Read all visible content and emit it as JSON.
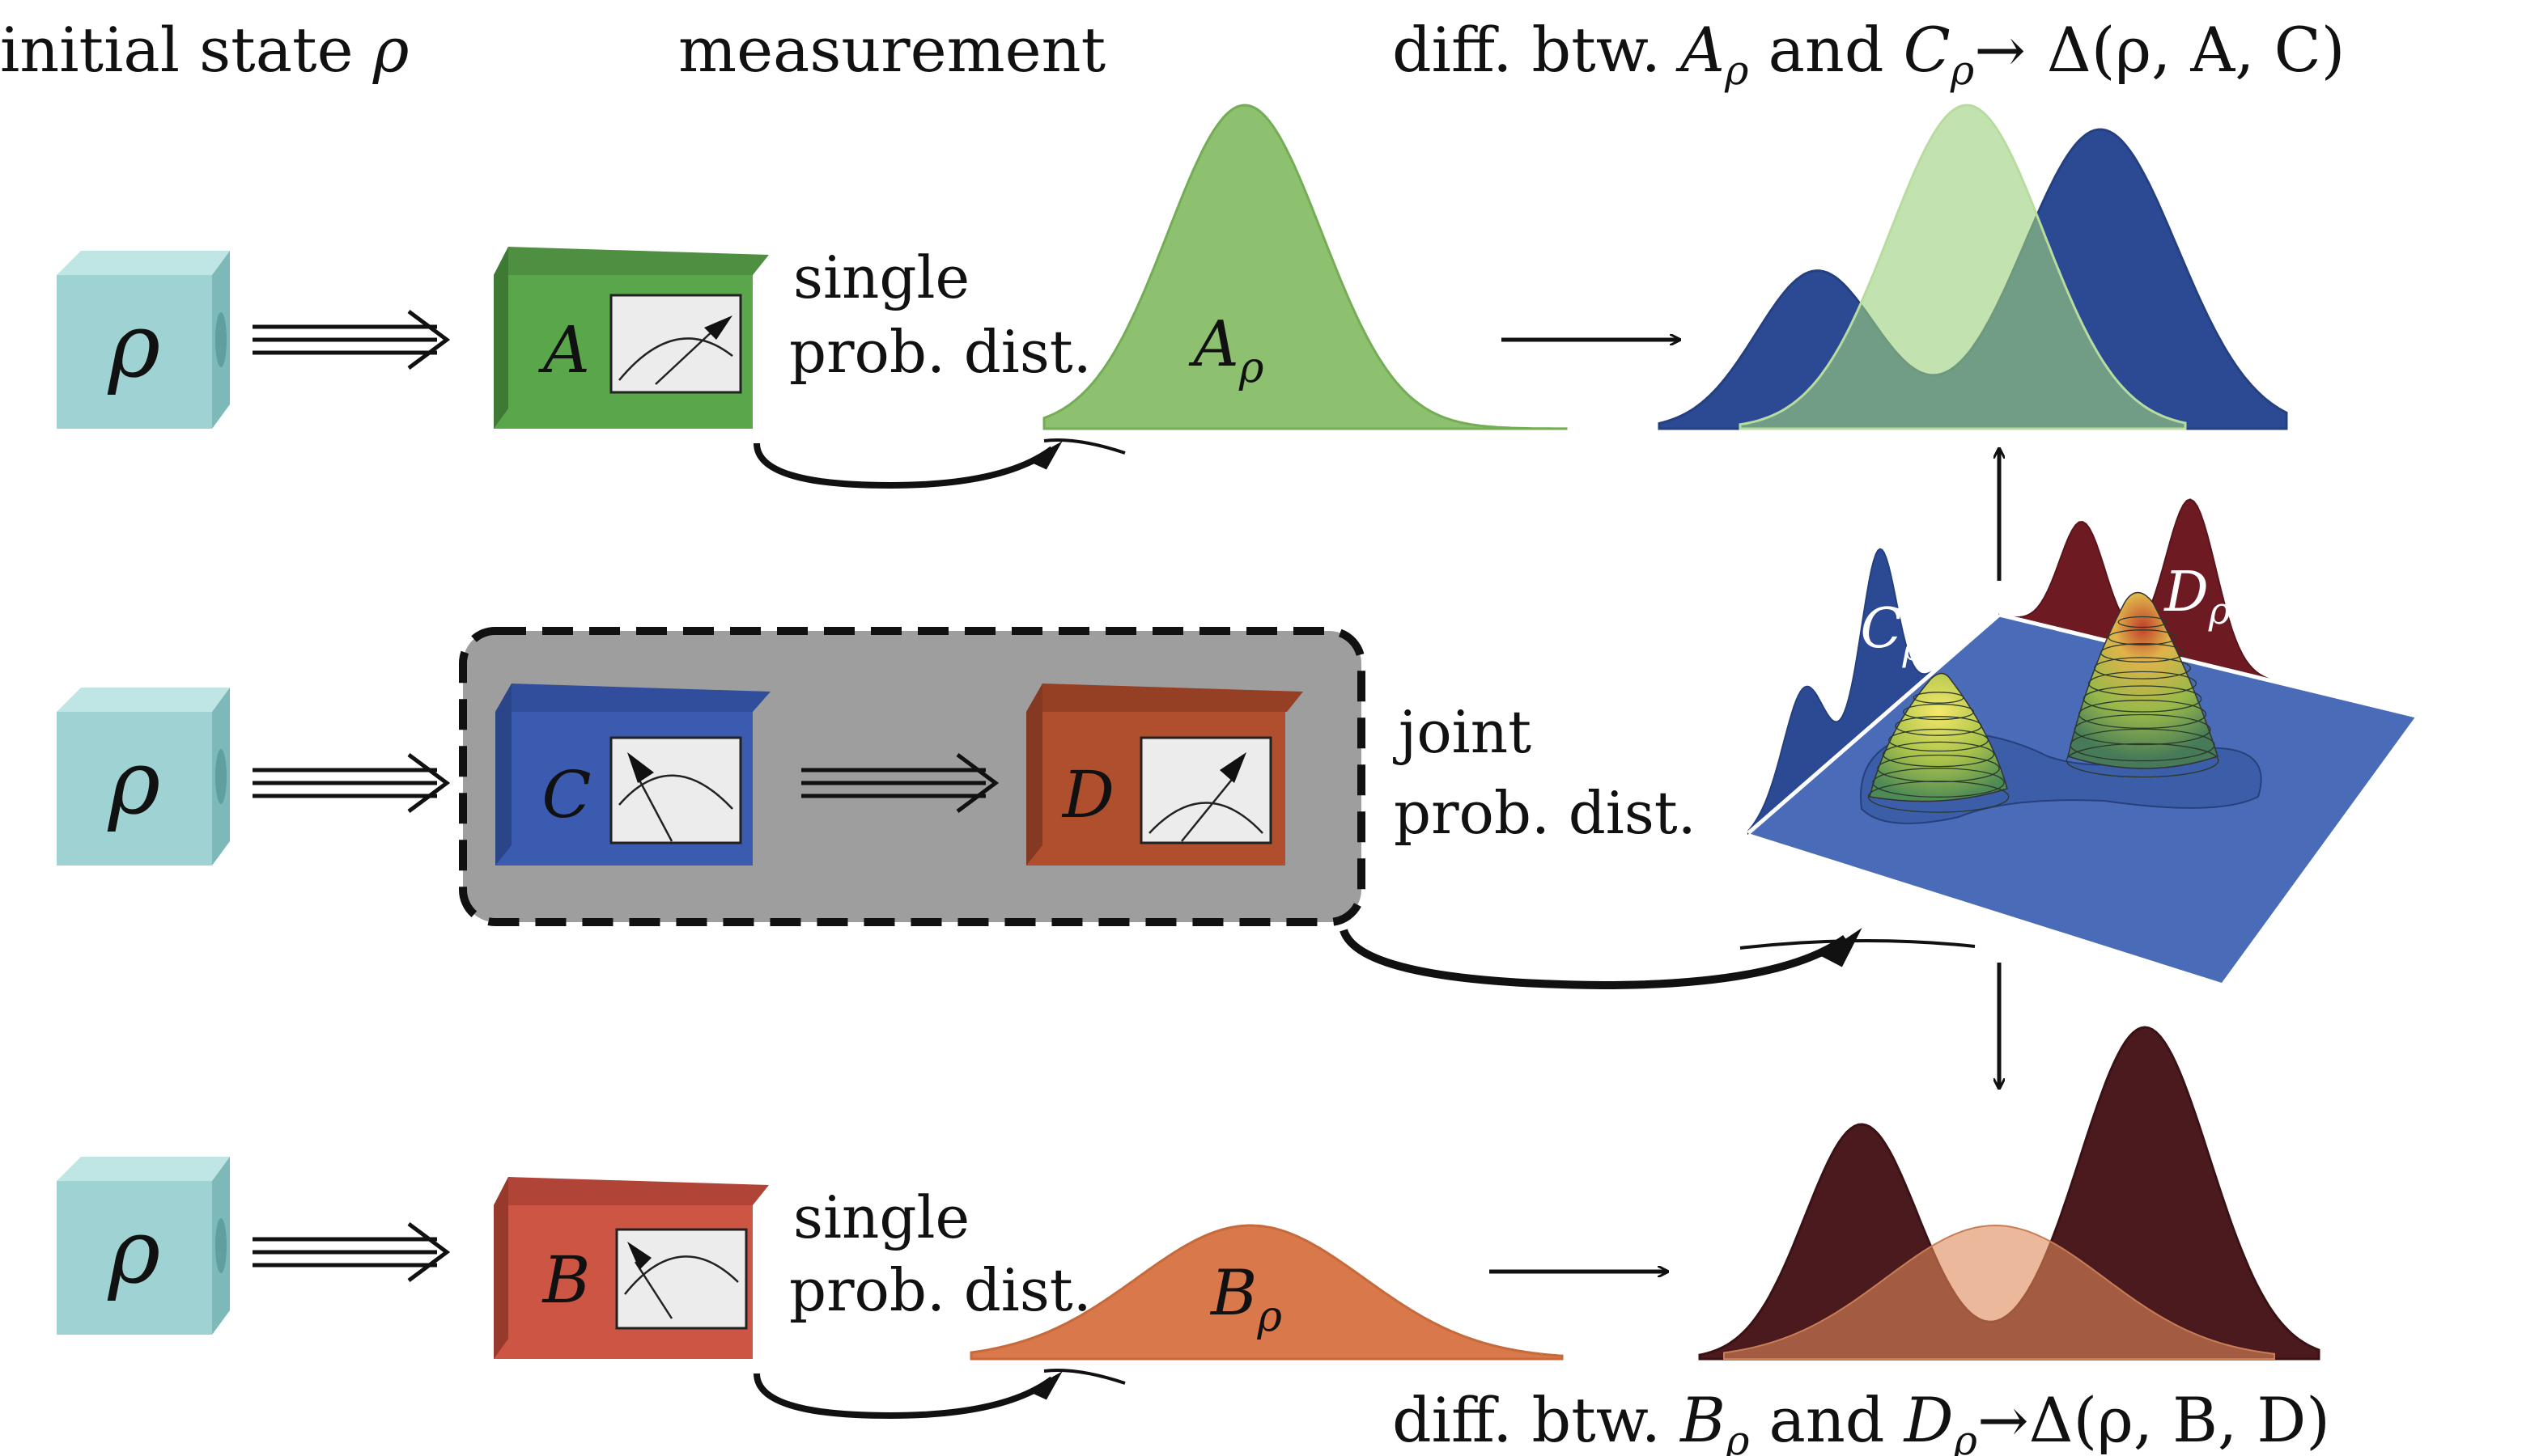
{
  "headers": {
    "initial_state_text": "initial state ",
    "rho": "ρ",
    "measurement": "measurement",
    "diff_top_prefix": "diff. btw. ",
    "diff_top_a": "A",
    "and": " and ",
    "diff_top_c": "C",
    "arrow": "→",
    "diff_top_expr": "Δ(ρ, A, C)",
    "diff_bottom_prefix": "diff. btw. ",
    "diff_bottom_b": "B",
    "diff_bottom_d": "D",
    "diff_bottom_expr": "Δ(ρ, B, D)"
  },
  "states": [
    {
      "symbol": "ρ"
    },
    {
      "symbol": "ρ"
    },
    {
      "symbol": "ρ"
    }
  ],
  "devices": {
    "a": {
      "label": "A",
      "color": "#5aa64a"
    },
    "b": {
      "label": "B",
      "color": "#cc5544"
    },
    "c": {
      "label": "C",
      "color": "#3a5bb0"
    },
    "d": {
      "label": "D",
      "color": "#b04f2e"
    }
  },
  "dist_labels": {
    "single_line1": "single",
    "single_line2": "prob. dist.",
    "joint_line1": "joint",
    "joint_line2": "prob. dist."
  },
  "curves": {
    "a_rho": "A",
    "b_rho": "B",
    "c_rho": "C",
    "d_rho": "D",
    "sub": "ρ"
  },
  "colors": {
    "state_cube": "#9fd3d3",
    "green_curve": "#8dc06f",
    "orange_curve": "#d9794b",
    "blue_curve": "#2c4a94",
    "dark_red_curve": "#4a1a1e",
    "joint_group_bg": "#9e9e9e"
  }
}
